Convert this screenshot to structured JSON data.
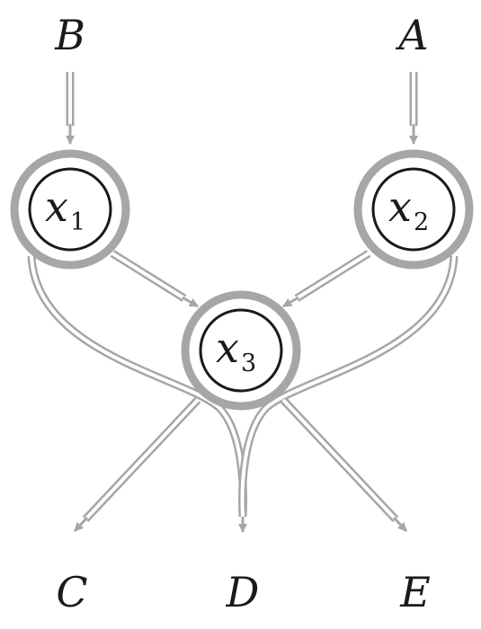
{
  "inputs": {
    "B": "B",
    "A": "A"
  },
  "outputs": {
    "C": "C",
    "D": "D",
    "E": "E"
  },
  "nodes": {
    "x1": {
      "var": "x",
      "sub": "1"
    },
    "x2": {
      "var": "x",
      "sub": "2"
    },
    "x3": {
      "var": "x",
      "sub": "3"
    }
  },
  "colors": {
    "edge": "#a6a6a6",
    "node_outer": "#a6a6a6",
    "node_inner": "#1a1a1a",
    "text": "#1a1a1a"
  }
}
